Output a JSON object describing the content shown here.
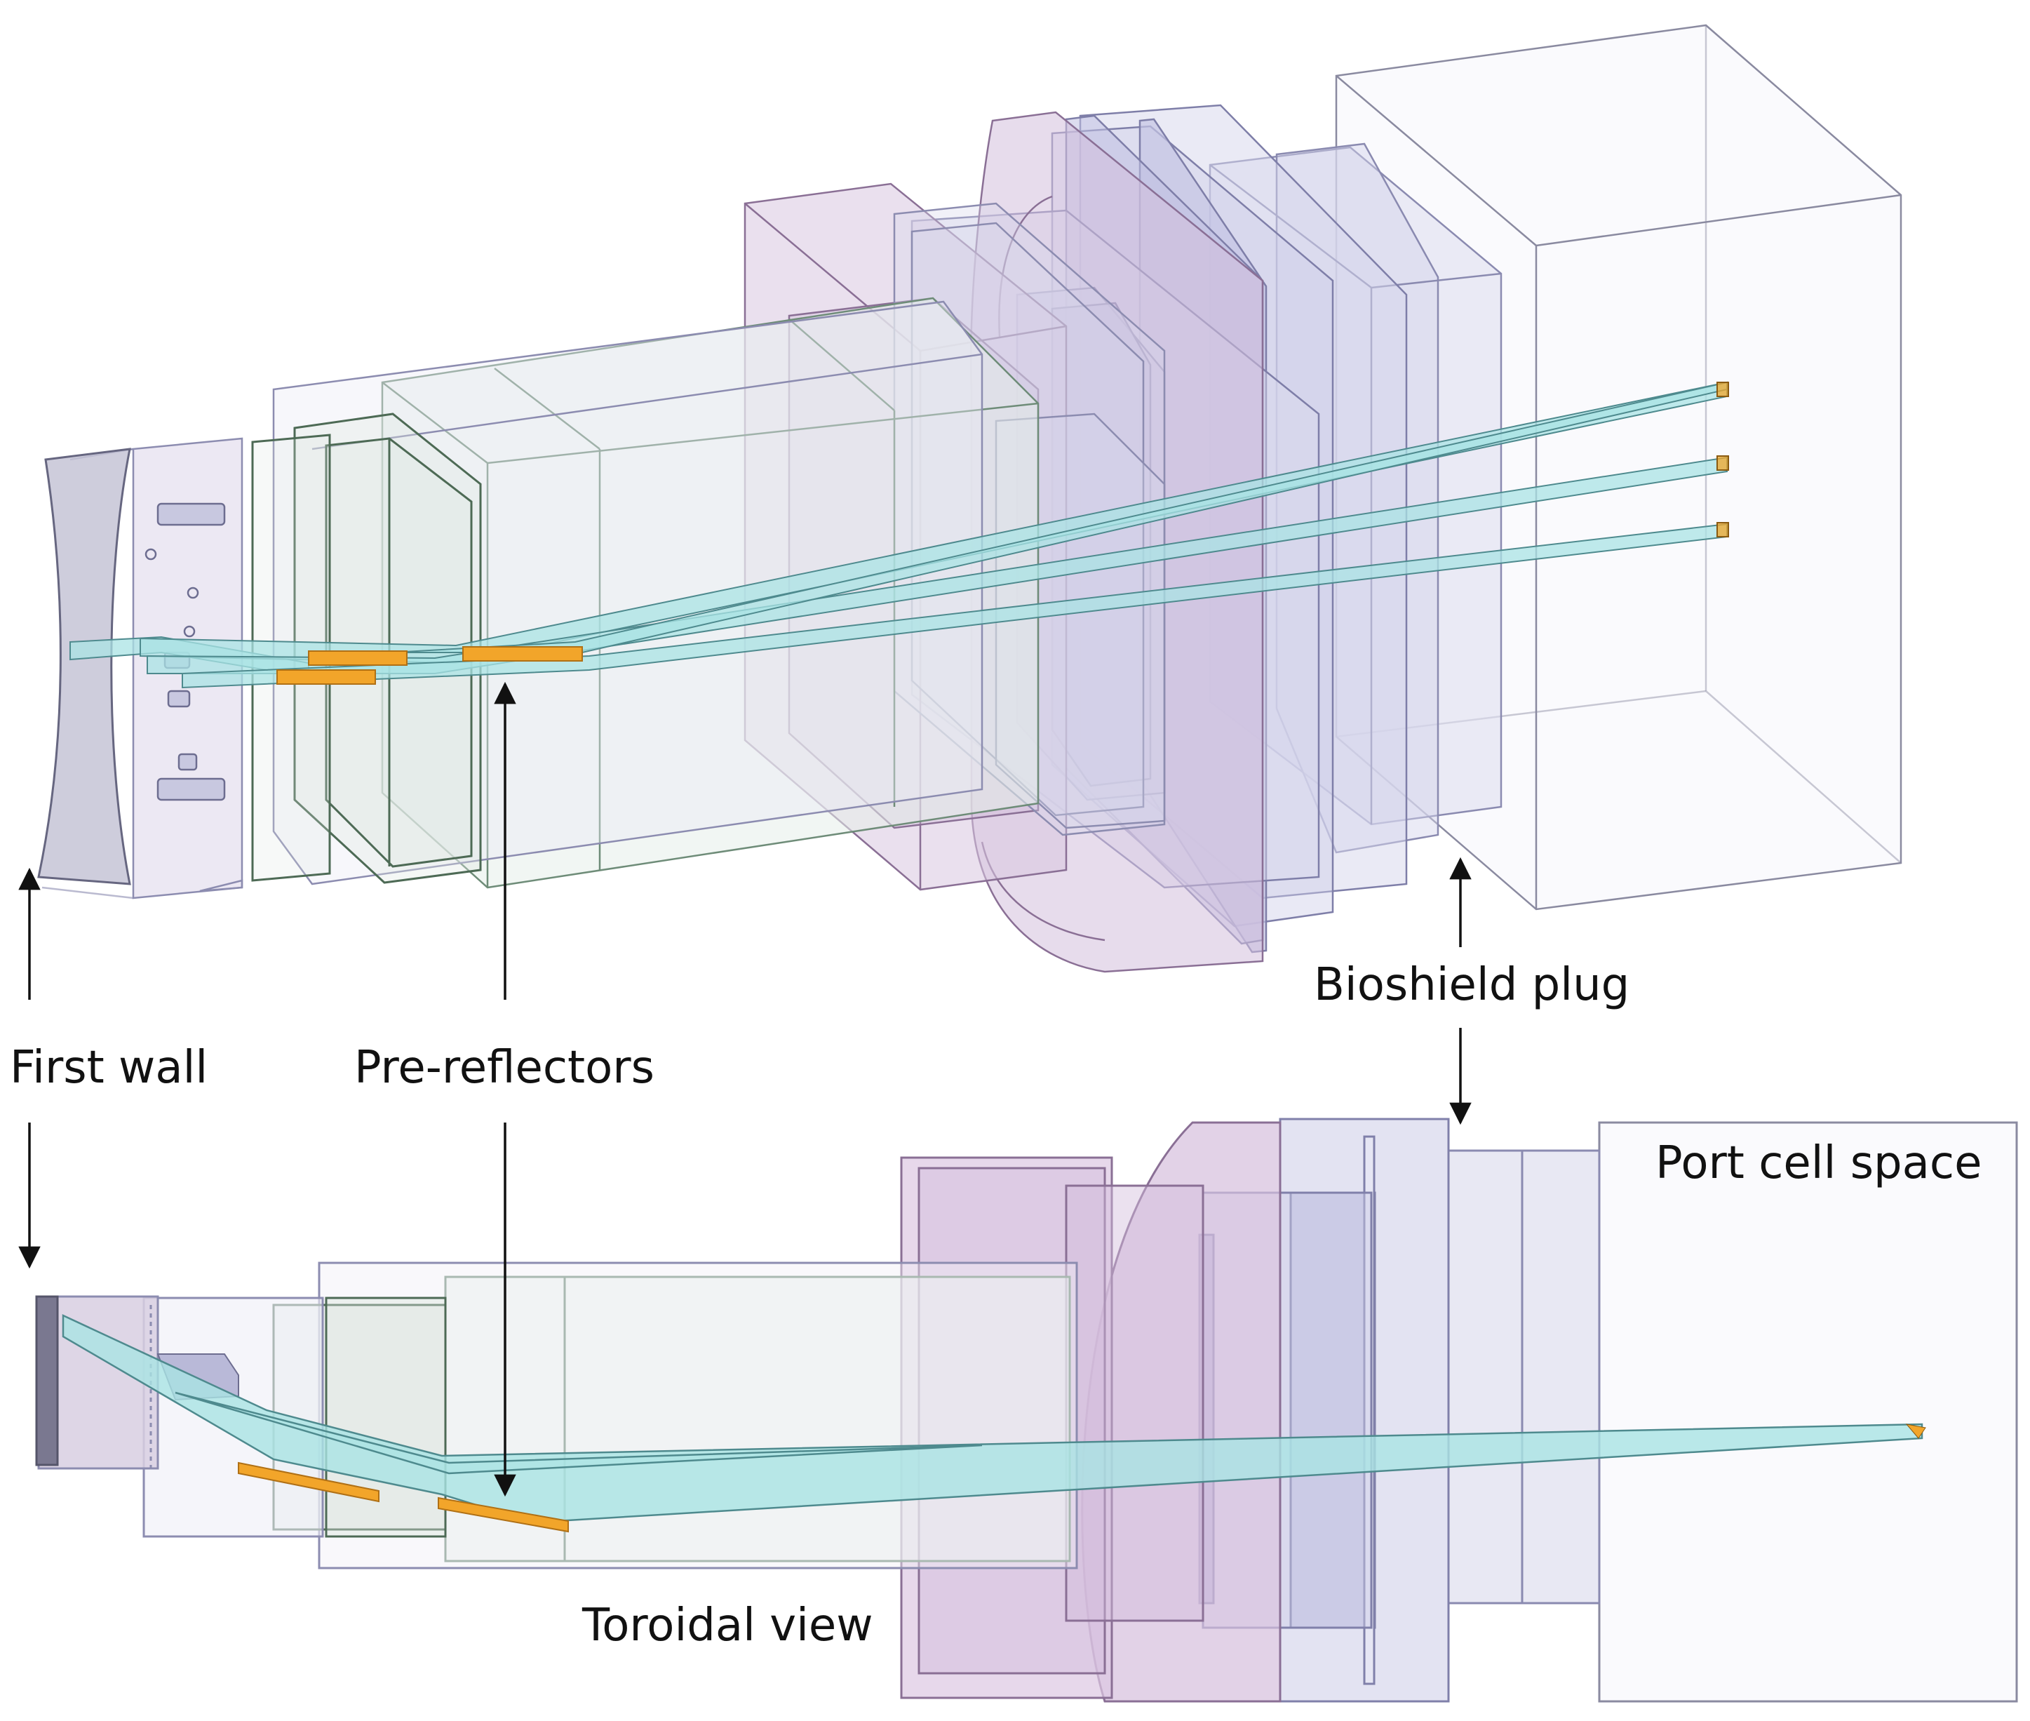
{
  "labels": {
    "first_wall": "First wall",
    "pre_reflectors": "Pre-reflectors",
    "bioshield_plug": "Bioshield plug",
    "port_cell_space": "Port cell space",
    "toroidal_view": "Toroidal view"
  },
  "colors": {
    "frame_lilac": "#d4c3dc",
    "frame_lavender": "#d8d8ea",
    "frame_mint": "#e3ece6",
    "beam_cyan": "#a9e3e4",
    "mirror_orange": "#f2a52a",
    "edge_gray": "#7f7f95",
    "arrow": "#111111"
  }
}
